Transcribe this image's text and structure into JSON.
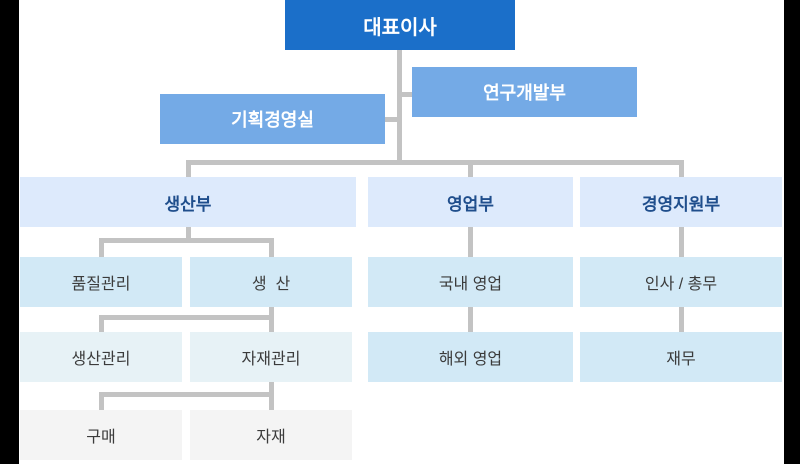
{
  "diagram_type": "org-chart",
  "colors": {
    "level1_bg": "#1b6fc9",
    "level1_text": "#ffffff",
    "level2_bg": "#74aae6",
    "level2_text": "#ffffff",
    "level3_bg": "#ddeafc",
    "level3_text": "#1f4e8c",
    "level4_bg": "#d2e9f6",
    "level5_bg": "#e7f2f6",
    "level6_bg": "#f4f4f4",
    "body_text": "#3b3b3b",
    "connector": "#c3c3c3",
    "side_bars": "#000000",
    "background": "#ffffff"
  },
  "nodes": {
    "ceo": "대표이사",
    "rnd": "연구개발부",
    "planning": "기획경영실",
    "production_dept": "생산부",
    "sales_dept": "영업부",
    "management_support_dept": "경영지원부",
    "quality_control": "품질관리",
    "production": "생  산",
    "domestic_sales": "국내 영업",
    "hr_general_affairs": "인사 / 총무",
    "production_management": "생산관리",
    "material_management": "자재관리",
    "overseas_sales": "해외 영업",
    "finance": "재무",
    "purchasing": "구매",
    "materials": "자재"
  },
  "hierarchy": {
    "대표이사": {
      "연구개발부": {},
      "기획경영실": {},
      "생산부": {
        "품질관리": {},
        "생  산": {
          "생산관리": {},
          "자재관리": {
            "구매": {},
            "자재": {}
          }
        }
      },
      "영업부": {
        "국내 영업": {},
        "해외 영업": {}
      },
      "경영지원부": {
        "인사 / 총무": {},
        "재무": {}
      }
    }
  }
}
